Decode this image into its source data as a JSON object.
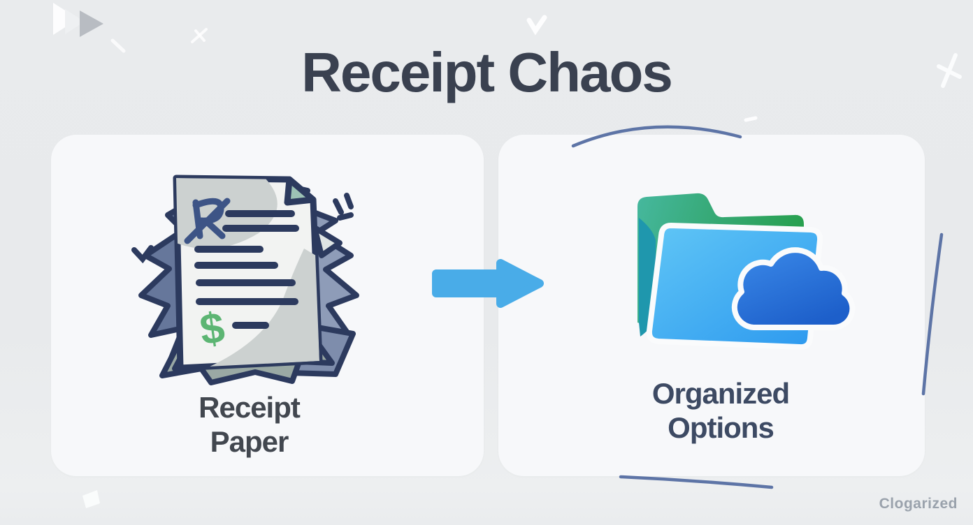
{
  "page": {
    "title": "Receipt Chaos",
    "watermark": "Clogarized"
  },
  "panels": {
    "left": {
      "name": "Receipt Paper",
      "label_line1": "Receipt",
      "label_line2": "Paper",
      "icon": "receipt-stack-icon"
    },
    "right": {
      "name": "Organized Options",
      "label_line1": "Organized",
      "label_line2": "Options",
      "icon": "folder-cloud-icon"
    }
  },
  "arrow": {
    "icon": "arrow-right-icon",
    "direction": "right"
  },
  "colors": {
    "page-bg": "#e9ebed",
    "panel-bg": "#f7f8fa",
    "title-color": "#3a4150",
    "label-left-color": "#42474f",
    "label-right-color": "#3d4a63",
    "arrow-blue": "#49ace8",
    "decor-line": "#5d74a6",
    "watermark-color": "#9aa2ac",
    "outline-navy": "#2c3a5e",
    "accent-green": "#5cb573",
    "folder-green": "#2ea35b",
    "folder-teal": "#1f97ad",
    "folder-blue": "#35a3f1",
    "cloud-blue": "#2a77dc"
  }
}
